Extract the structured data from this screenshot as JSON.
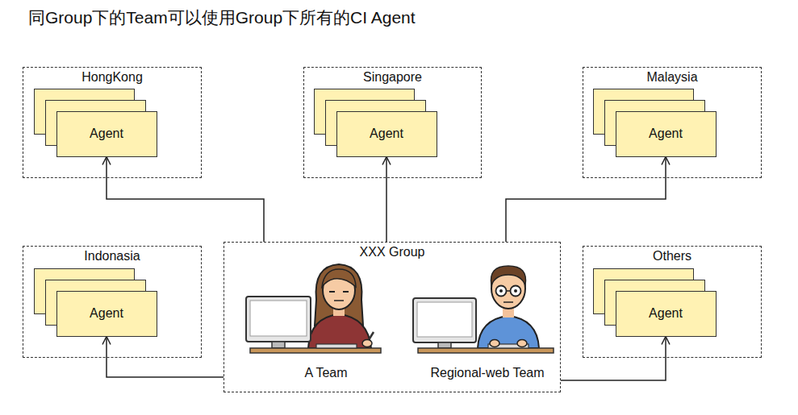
{
  "diagram": {
    "title": "同Group下的Team可以使用Group下所有的CI Agent",
    "nodes": [
      {
        "text": [
          "HongKong"
        ]
      },
      {
        "text": [
          "Agent"
        ],
        "in": 0
      },
      {
        "text": [
          "Singapore"
        ]
      },
      {
        "text": [
          "Agent"
        ],
        "in": 2
      },
      {
        "text": [
          "Malaysia"
        ]
      },
      {
        "text": [
          "Agent"
        ],
        "in": 4
      },
      {
        "text": [
          "Indonasia"
        ]
      },
      {
        "text": [
          "Agent"
        ],
        "in": 6
      },
      {
        "text": [
          "XXX Group"
        ]
      },
      {
        "text": [
          "Others"
        ]
      },
      {
        "text": [
          "Agent"
        ],
        "in": 9
      }
    ],
    "edges": [
      {
        "from": 8,
        "to": 1,
        "arrow": "to"
      },
      {
        "from": 8,
        "to": 3,
        "arrow": "to"
      },
      {
        "from": 8,
        "to": 5,
        "arrow": "to"
      },
      {
        "from": 8,
        "to": 7,
        "arrow": "to"
      },
      {
        "from": 8,
        "to": 10,
        "arrow": "to"
      }
    ],
    "labels": [
      "A Team",
      "Regional-web Team"
    ]
  }
}
